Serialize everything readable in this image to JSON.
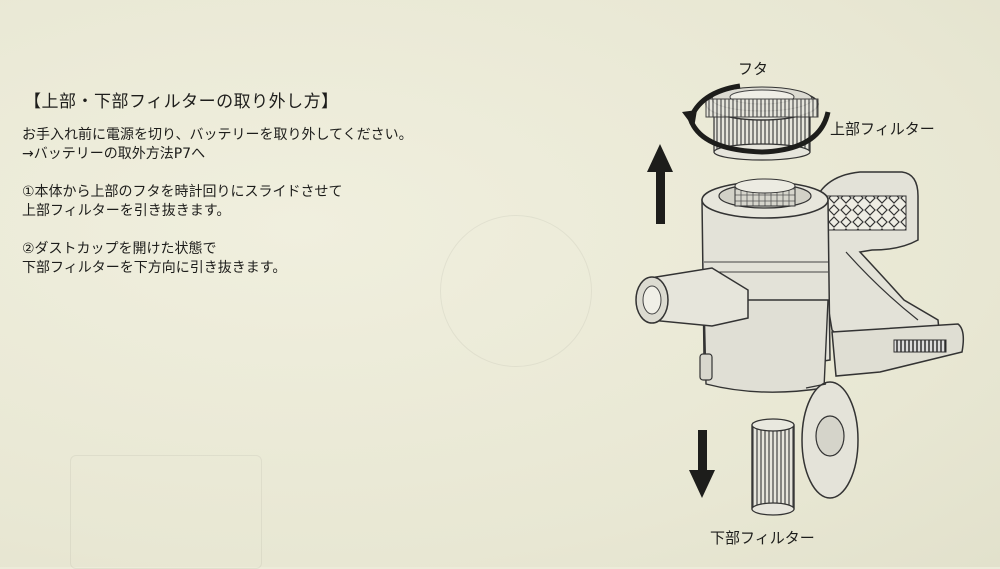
{
  "instructions": {
    "heading": "【上部・下部フィルターの取り外し方】",
    "intro": [
      "お手入れ前に電源を切り、バッテリーを取り外してください。",
      "→バッテリーの取外方法P7へ"
    ],
    "step1": [
      "①本体から上部のフタを時計回りにスライドさせて",
      "上部フィルターを引き抜きます。"
    ],
    "step2": [
      "②ダストカップを開けた状態で",
      "下部フィルターを下方向に引き抜きます。"
    ]
  },
  "illustration": {
    "labels": {
      "lid": "フタ",
      "upper_filter": "上部フィルター",
      "lower_filter": "下部フィルター"
    },
    "icons": [
      "rotate-clockwise-arrow-icon",
      "up-arrow-icon",
      "down-arrow-icon"
    ]
  },
  "colors": {
    "paper": "#ecebd9",
    "ink": "#1d1d1b",
    "body_fill": "#e3e2d8"
  }
}
